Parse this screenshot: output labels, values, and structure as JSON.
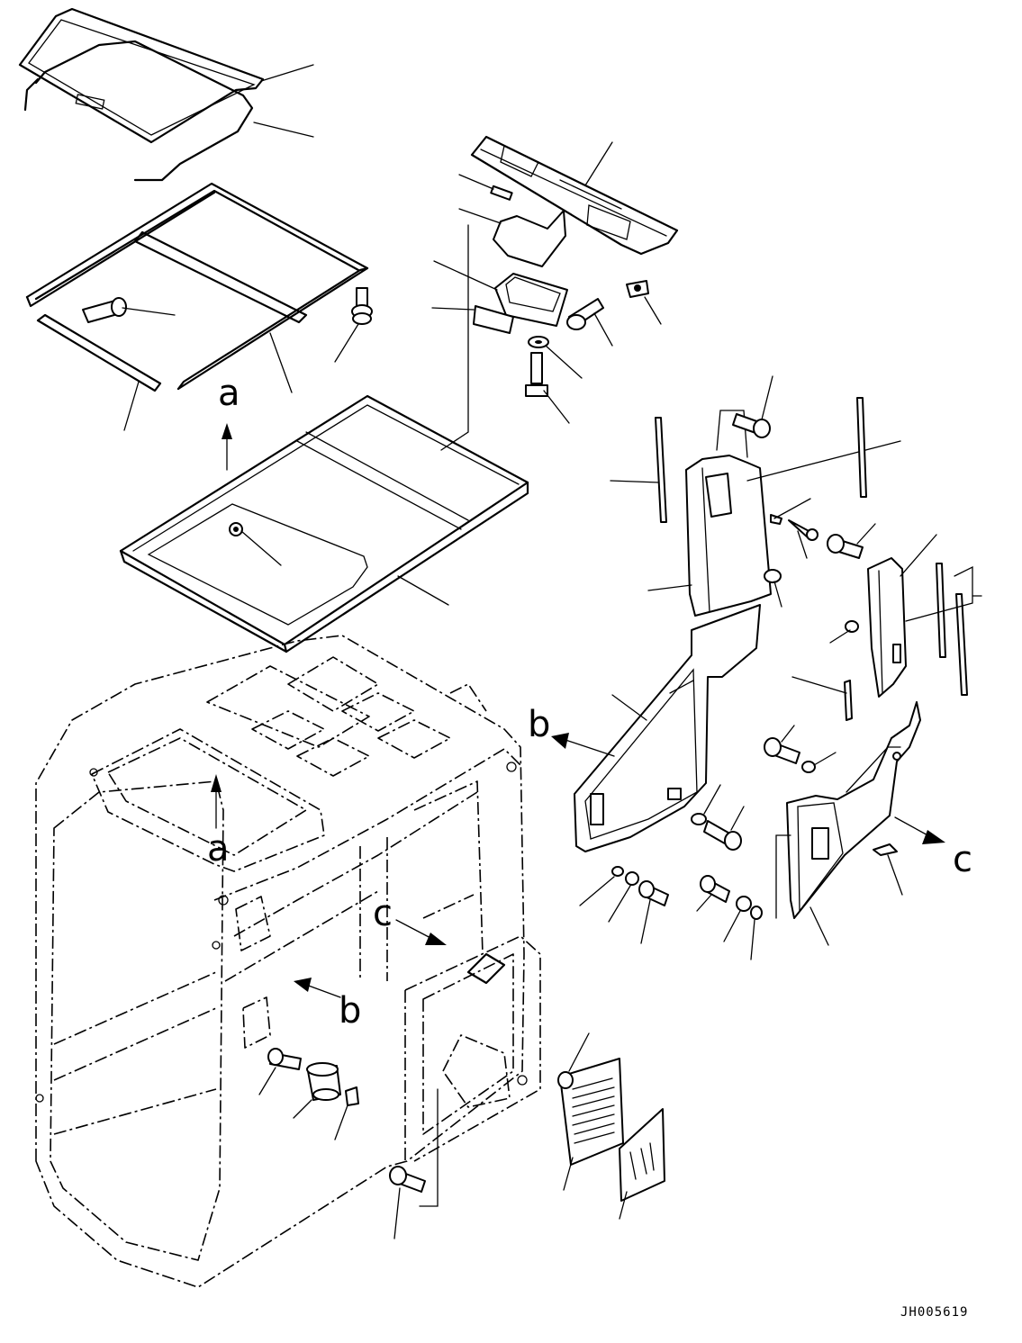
{
  "callouts": {
    "a_top": "a",
    "a_bottom": "a",
    "b_left": "b",
    "b_right": "b",
    "c_left": "c",
    "c_right": "c"
  },
  "drawing_code": "JH005619"
}
